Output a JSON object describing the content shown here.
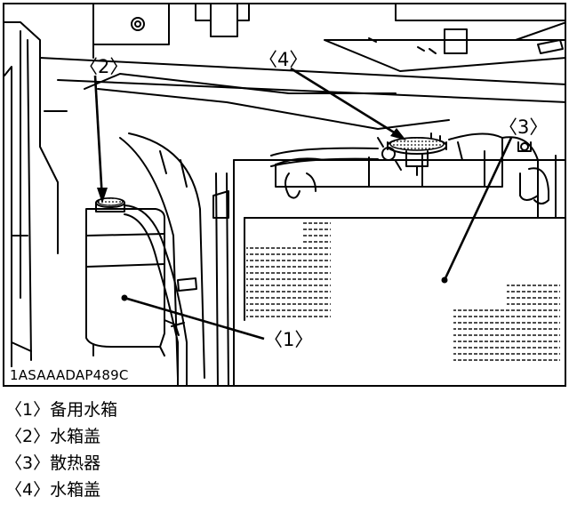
{
  "figure": {
    "code": "1ASAAADAP489C",
    "callouts": [
      {
        "id": "c1",
        "label": "〈1〉"
      },
      {
        "id": "c2",
        "label": "〈2〉"
      },
      {
        "id": "c3",
        "label": "〈3〉"
      },
      {
        "id": "c4",
        "label": "〈4〉"
      }
    ]
  },
  "legend": [
    {
      "num": "〈1〉",
      "text": "备用水箱"
    },
    {
      "num": "〈2〉",
      "text": "水箱盖"
    },
    {
      "num": "〈3〉",
      "text": "散热器"
    },
    {
      "num": "〈4〉",
      "text": "水箱盖"
    }
  ]
}
